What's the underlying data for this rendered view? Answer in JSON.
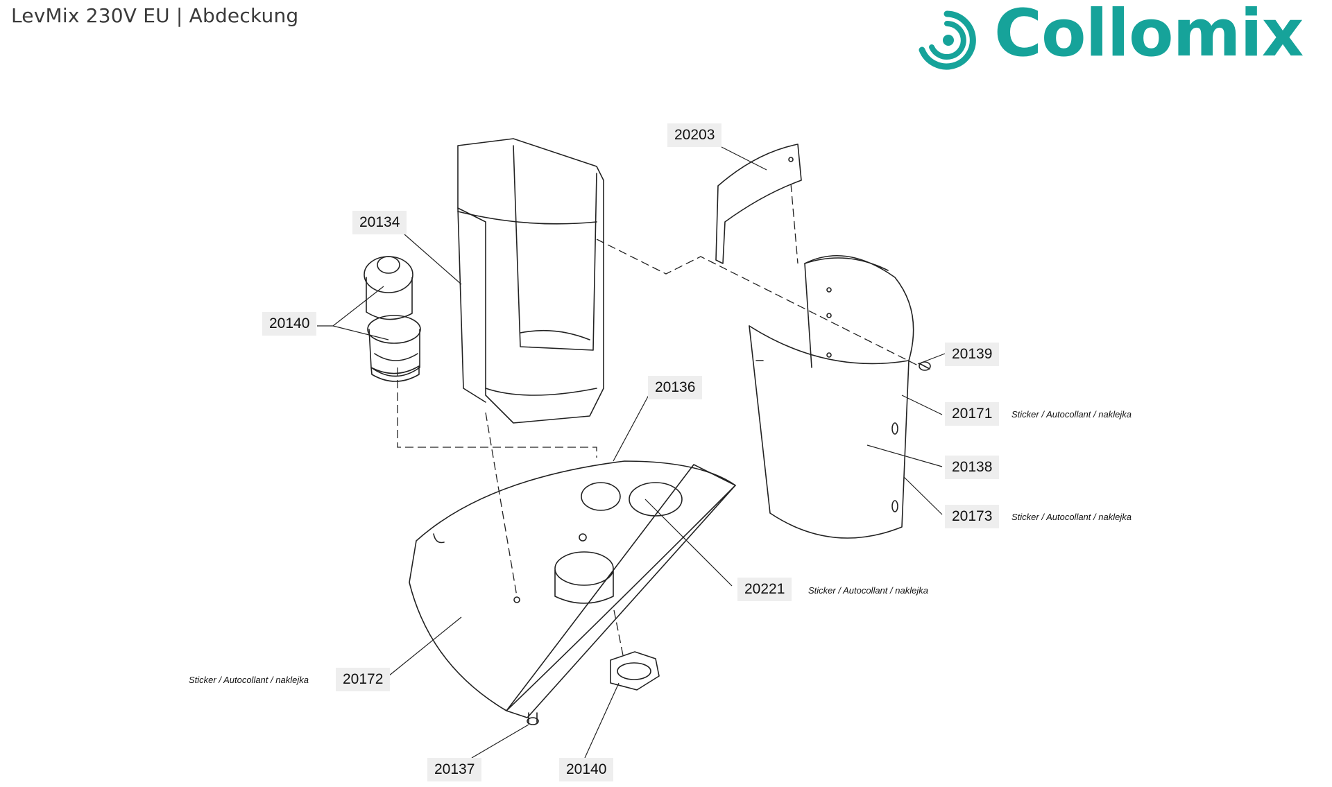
{
  "header": {
    "title": "LevMix 230V EU | Abdeckung",
    "brand_name": "Collomix",
    "brand_color": "#16a39a"
  },
  "parts": [
    {
      "id": "p20203",
      "number": "20203"
    },
    {
      "id": "p20134",
      "number": "20134"
    },
    {
      "id": "p20140a",
      "number": "20140"
    },
    {
      "id": "p20139",
      "number": "20139"
    },
    {
      "id": "p20136",
      "number": "20136"
    },
    {
      "id": "p20171",
      "number": "20171",
      "note": "Sticker / Autocollant / naklejka"
    },
    {
      "id": "p20138",
      "number": "20138"
    },
    {
      "id": "p20173",
      "number": "20173",
      "note": "Sticker / Autocollant / naklejka"
    },
    {
      "id": "p20221",
      "number": "20221",
      "note": "Sticker / Autocollant / naklejka"
    },
    {
      "id": "p20172",
      "number": "20172",
      "note": "Sticker / Autocollant / naklejka"
    },
    {
      "id": "p20137",
      "number": "20137"
    },
    {
      "id": "p20140b",
      "number": "20140"
    }
  ]
}
